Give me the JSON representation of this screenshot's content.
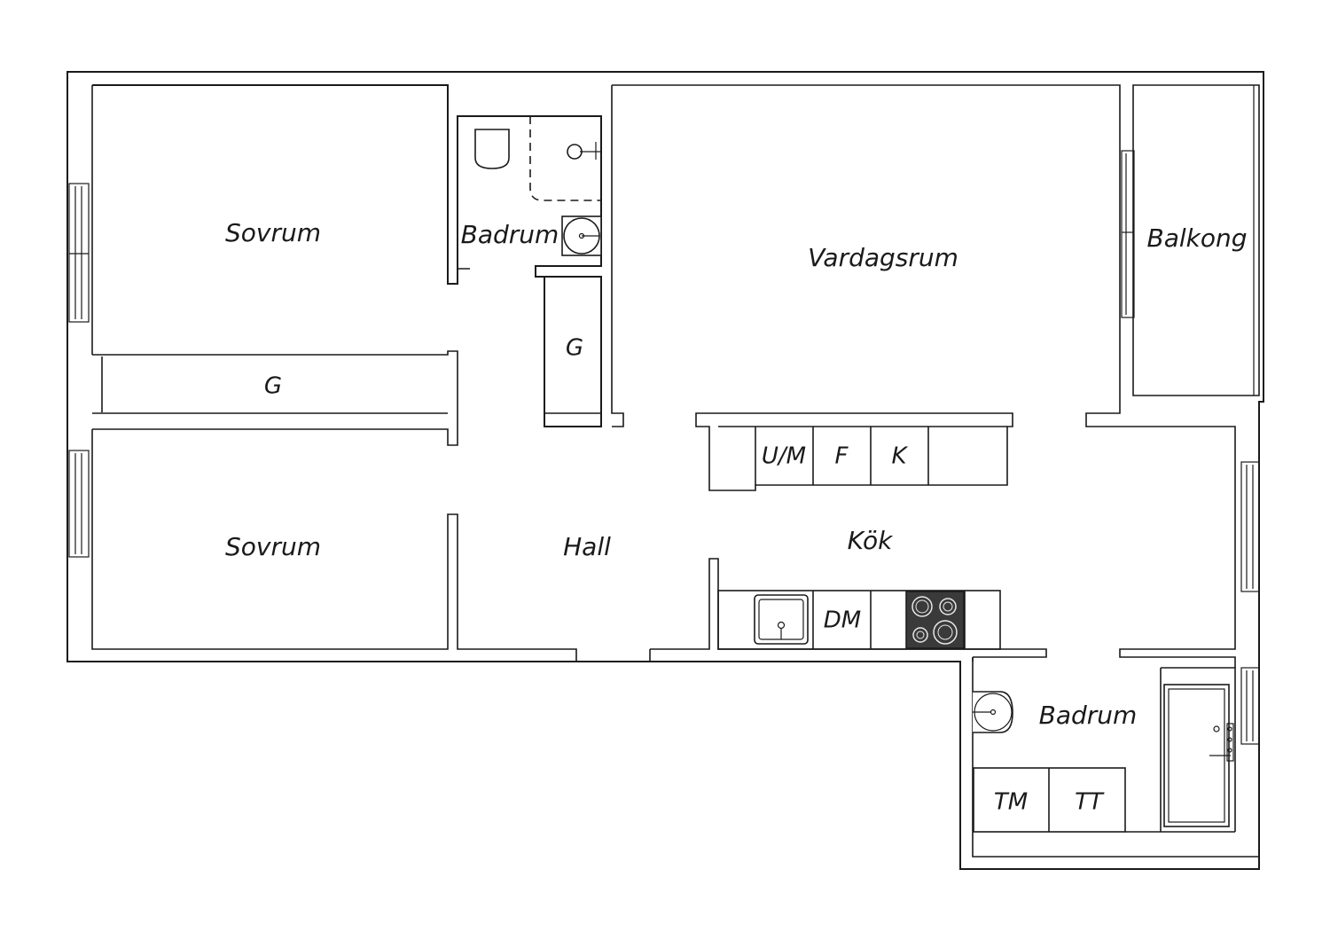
{
  "rooms": {
    "sovrum_top": "Sovrum",
    "sovrum_bottom": "Sovrum",
    "badrum_small": "Badrum",
    "vardagsrum": "Vardagsrum",
    "balkong": "Balkong",
    "hall": "Hall",
    "kok": "Kök",
    "badrum_large": "Badrum"
  },
  "closets": {
    "g_bedroom": "G",
    "g_hall": "G"
  },
  "kitchen_units": {
    "upper": [
      "U/M",
      "F",
      "K"
    ],
    "lower": [
      "DM"
    ]
  },
  "laundry_units": [
    "TM",
    "TT"
  ],
  "colors": {
    "wall_stroke": "#1a1a1a",
    "background": "#ffffff",
    "stove": "#3a3a3a"
  }
}
